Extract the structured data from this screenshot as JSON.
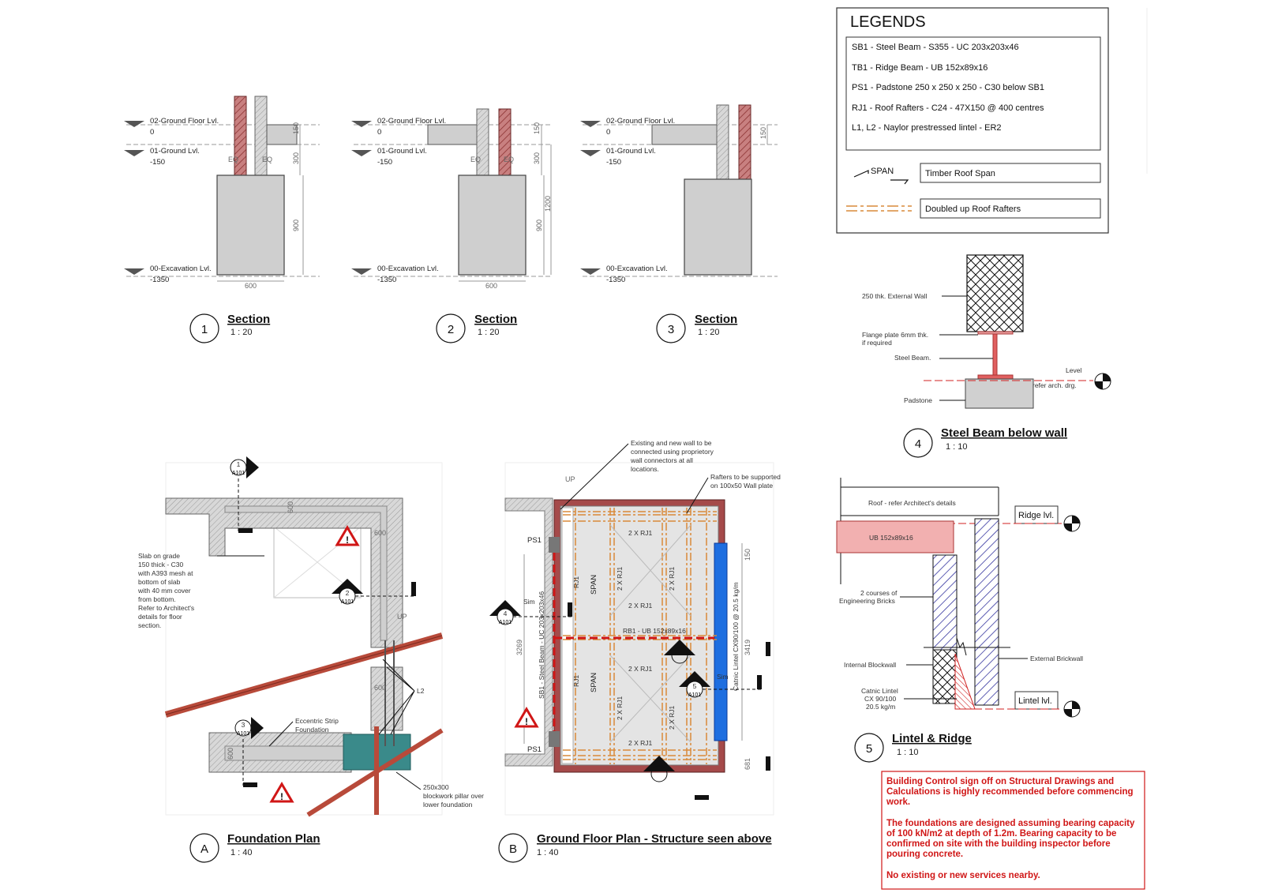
{
  "legends": {
    "title": "LEGENDS",
    "items": [
      "SB1 - Steel Beam - S355 - UC 203x203x46",
      "TB1 - Ridge Beam - UB 152x89x16",
      "PS1 - Padstone 250 x 250 x 250 - C30 below SB1",
      "RJ1 - Roof Rafters - C24 - 47X150 @ 400 centres",
      "L1, L2 - Naylor prestressed lintel - ER2"
    ],
    "span_symbol": "SPAN",
    "span_label": "Timber Roof Span",
    "rafters_label": "Doubled up Roof Rafters"
  },
  "levels": {
    "ground_floor": "02-Ground Floor Lvl.",
    "ground_floor_val": "0",
    "ground": "01-Ground Lvl.",
    "ground_val": "-150",
    "excavation": "00-Excavation Lvl.",
    "excavation_val": "-1350"
  },
  "dims": {
    "d150": "150",
    "d300": "300",
    "d900": "900",
    "d1200": "1200",
    "d600": "600",
    "eq": "EQ",
    "d3269": "3269",
    "d3419": "3419",
    "d681": "681"
  },
  "views": {
    "s1": {
      "num": "1",
      "title": "Section",
      "scale": "1 : 20"
    },
    "s2": {
      "num": "2",
      "title": "Section",
      "scale": "1 : 20"
    },
    "s3": {
      "num": "3",
      "title": "Section",
      "scale": "1 : 20"
    },
    "s4": {
      "num": "4",
      "title": "Steel Beam below wall",
      "scale": "1 : 10"
    },
    "s5": {
      "num": "5",
      "title": "Lintel & Ridge",
      "scale": "1 : 10"
    },
    "a": {
      "num": "A",
      "title": "Foundation Plan",
      "scale": "1 : 40"
    },
    "b": {
      "num": "B",
      "title": "Ground Floor Plan - Structure seen above",
      "scale": "1 : 40"
    }
  },
  "detail4": {
    "wall": "250 thk. External Wall",
    "flange1": "Flange plate 6mm thk.",
    "flange2": "if required",
    "beam": "Steel Beam.",
    "level": "Level",
    "refer": "refer arch. drg.",
    "padstone": "Padstone"
  },
  "detail5": {
    "roof": "Roof - refer Architect's details",
    "ridge": "Ridge lvl.",
    "ub": "UB 152x89x16",
    "courses1": "2 courses of",
    "courses2": "Engineering Bricks",
    "internal": "Internal Blockwall",
    "external": "External Brickwall",
    "catnic1": "Catnic Lintel",
    "catnic2": "CX 90/100",
    "catnic3": "20.5 kg/m",
    "lintel": "Lintel lvl."
  },
  "plan_a": {
    "slab": [
      "Slab on grade",
      "150 thick - C30",
      "with A393 mesh at",
      "bottom of slab",
      "with 40 mm cover",
      "from bottom.",
      "Refer to Architect's",
      "details for floor",
      "section."
    ],
    "strip1": "Eccentric Strip",
    "strip2": "Foundation",
    "l2": "L2",
    "pillar": [
      "250x300",
      "blockwork pillar over",
      "lower foundation"
    ],
    "tag_a101": "A101",
    "tag1": "1",
    "tag2": "2",
    "tag3": "3",
    "up": "UP"
  },
  "plan_b": {
    "note1": [
      "Existing and new wall to be",
      "connected using proprietory",
      "wall connectors at all",
      "locations."
    ],
    "note2": [
      "Rafters to be supported",
      "on 100x50 Wall plate"
    ],
    "ps1": "PS1",
    "sb1": "SB1 - Steel Beam - UC 203x203x46",
    "rj1": "RJ1",
    "two_rj1": "2 X RJ1",
    "rb1": "RB1 - UB 152x89x16",
    "span": "SPAN",
    "catnic": "Catnic Lintel CX90/100 @ 20.5 kg/m",
    "sim": "Sim",
    "tag4": "4",
    "tag5": "5",
    "up": "UP"
  },
  "notes": [
    "Building Control sign off on Structural Drawings and",
    "Calculations is highly recommended before commencing",
    "work.",
    "",
    "The foundations are designed assuming bearing capacity",
    "of 100 kN/m2 at depth of 1.2m. Bearing capacity to be",
    "confirmed on site with the building inspector before",
    "pouring concrete.",
    "",
    "No existing or new services nearby."
  ]
}
